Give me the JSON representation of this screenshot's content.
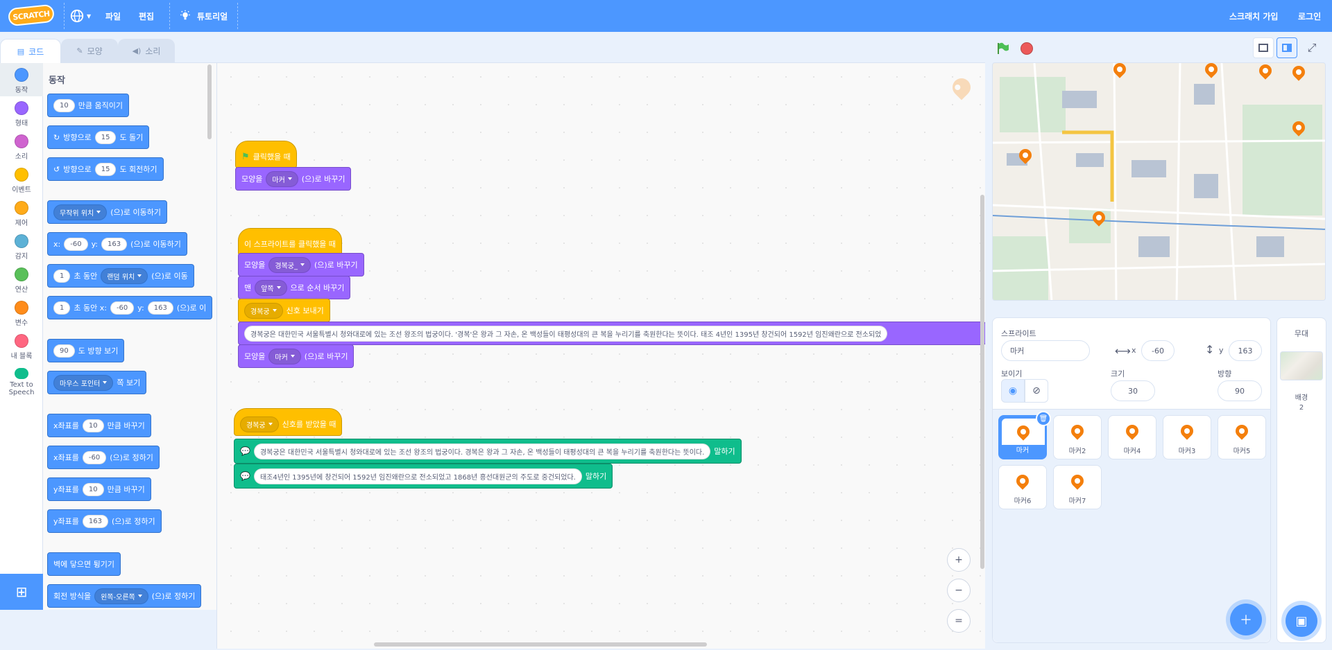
{
  "menu": {
    "logo": "SCRATCH",
    "file": "파일",
    "edit": "편집",
    "tutorial": "튜토리얼",
    "signup": "스크래치 가입",
    "login": "로그인"
  },
  "tabs": {
    "code": "코드",
    "costumes": "모양",
    "sounds": "소리"
  },
  "categories": [
    {
      "label": "동작",
      "color": "#4c97ff"
    },
    {
      "label": "형태",
      "color": "#9966ff"
    },
    {
      "label": "소리",
      "color": "#cf63cf"
    },
    {
      "label": "이벤트",
      "color": "#ffbf00"
    },
    {
      "label": "제어",
      "color": "#ffab19"
    },
    {
      "label": "감지",
      "color": "#5cb1d6"
    },
    {
      "label": "연산",
      "color": "#59c059"
    },
    {
      "label": "변수",
      "color": "#ff8c1a"
    },
    {
      "label": "내 블록",
      "color": "#ff6680"
    },
    {
      "label": "Text to Speech",
      "color": "#0fbd8c"
    }
  ],
  "palette": {
    "title": "동작",
    "move": {
      "value": "10",
      "text": "만큼 움직이기"
    },
    "turn_right": {
      "pre": "방향으로",
      "value": "15",
      "text": "도 돌기"
    },
    "turn_left": {
      "pre": "방향으로",
      "value": "15",
      "text": "도 회전하기"
    },
    "goto_random": {
      "dropdown": "무작위 위치",
      "text": "(으)로 이동하기"
    },
    "goto_xy": {
      "x_label": "x:",
      "x": "-60",
      "y_label": "y:",
      "y": "163",
      "text": "(으)로 이동하기"
    },
    "glide_random": {
      "value": "1",
      "mid": "초 동안",
      "dropdown": "랜덤 위치",
      "text": "(으)로 이동"
    },
    "glide_xy": {
      "value": "1",
      "mid": "초 동안 x:",
      "x": "-60",
      "y_label": "y:",
      "y": "163",
      "text": "(으)로 이"
    },
    "point_dir": {
      "value": "90",
      "text": "도 방향 보기"
    },
    "point_towards": {
      "dropdown": "마우스 포인터",
      "text": "쪽 보기"
    },
    "change_x": {
      "pre": "x좌표를",
      "value": "10",
      "text": "만큼 바꾸기"
    },
    "set_x": {
      "pre": "x좌표를",
      "value": "-60",
      "text": "(으)로 정하기"
    },
    "change_y": {
      "pre": "y좌표를",
      "value": "10",
      "text": "만큼 바꾸기"
    },
    "set_y": {
      "pre": "y좌표를",
      "value": "163",
      "text": "(으)로 정하기"
    },
    "bounce": "벽에 닿으면 튕기기",
    "rotation": {
      "pre": "회전 방식을",
      "dropdown": "왼쪽-오른쪽",
      "text": "(으)로 정하기"
    }
  },
  "scripts": {
    "s1": {
      "hat": "클릭했을 때",
      "b1": {
        "pre": "모양을",
        "dropdown": "마커",
        "text": "(으)로 바꾸기"
      }
    },
    "s2": {
      "hat": "이 스프라이트를 클릭했을 때",
      "b1": {
        "pre": "모양을",
        "dropdown": "경복궁_",
        "text": "(으)로 바꾸기"
      },
      "b2": {
        "pre": "맨",
        "dropdown": "앞쪽",
        "text": "으로 순서 바꾸기"
      },
      "b3": {
        "dropdown": "경복궁",
        "text": "신호 보내기"
      },
      "b4": "경복궁은 대한민국 서울특별시 청와대로에 있는 조선 왕조의 법궁이다. '경복'은 왕과 그 자손, 온 백성들이 태평성대의 큰 복을 누리기를 축원한다는 뜻이다. 태조 4년인 1395년 창건되어 1592년 임진왜란으로 전소되었",
      "b5": {
        "pre": "모양을",
        "dropdown": "마커",
        "text": "(으)로 바꾸기"
      }
    },
    "s3": {
      "hat_dropdown": "경복궁",
      "hat": "신호를 받았을 때",
      "say1": "경복궁은 대한민국 서울특별시 청와대로에 있는 조선 왕조의 법궁이다. 경복은 왕과 그 자손, 온 백성들이 태평성대의 큰 복을 누리기를 축원한다는 뜻이다.",
      "say2": "태조4년인 1395년에 창건되어 1592년 임진왜란으로 전소되었고 1868년 흥선대원군의 주도로 중건되었다.",
      "say_label": "말하기"
    }
  },
  "zoom": {
    "in": "+",
    "out": "−",
    "reset": "="
  },
  "sprite_info": {
    "sprite_label": "스프라이트",
    "sprite_name": "마커",
    "x_label": "x",
    "x": "-60",
    "y_label": "y",
    "y": "163",
    "show_label": "보이기",
    "size_label": "크기",
    "size": "30",
    "direction_label": "방향",
    "direction": "90"
  },
  "sprites": [
    "마커",
    "마커2",
    "마커4",
    "마커3",
    "마커5",
    "마커6",
    "마커7"
  ],
  "stage_pane": {
    "title": "무대",
    "backdrops_label": "배경",
    "backdrops_count": "2"
  },
  "colors": {
    "motion": "#4c97ff",
    "looks": "#9966ff",
    "events": "#ffbf00",
    "extension": "#0fbd8c",
    "marker": "#f47f0c",
    "menubar": "#4c97ff"
  }
}
